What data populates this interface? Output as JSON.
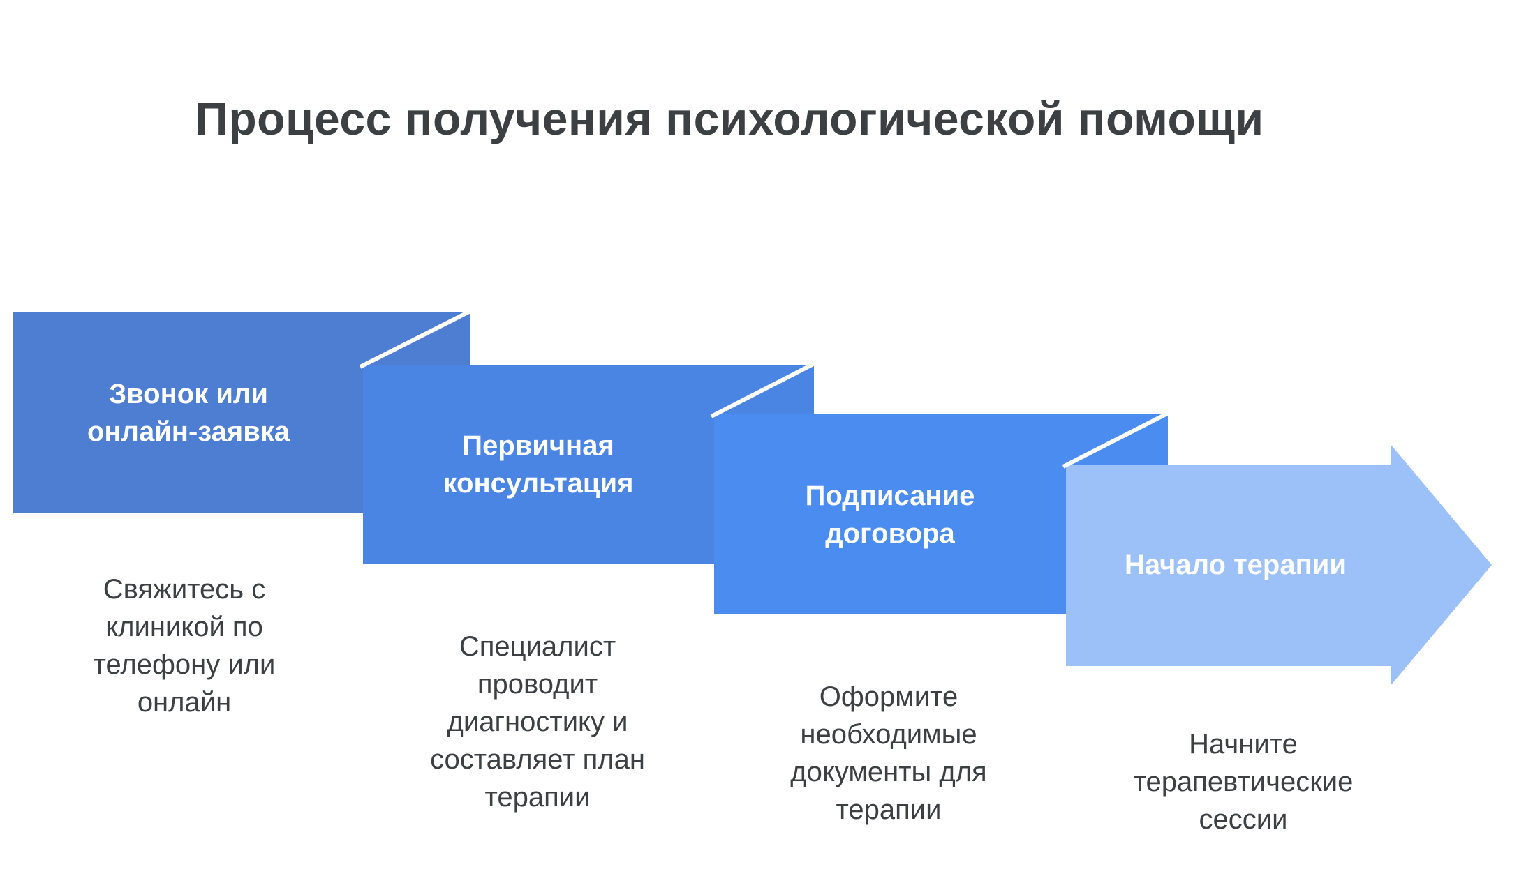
{
  "title": "Процесс получения психологической помощи",
  "text_color": "#3c4043",
  "steps": [
    {
      "title": "Звонок или онлайн-заявка",
      "description": "Свяжитесь с клиникой по телефону или онлайн",
      "color": "#4d7ed2"
    },
    {
      "title": "Первичная консультация",
      "description": "Специалист проводит диагностику и составляет план терапии",
      "color": "#4b85e4"
    },
    {
      "title": "Подписание договора",
      "description": "Оформите необходимые документы для терапии",
      "color": "#4a8cf0"
    },
    {
      "title": "Начало терапии",
      "description": "Начните терапевтические сессии",
      "color": "#9cc0f8"
    }
  ]
}
